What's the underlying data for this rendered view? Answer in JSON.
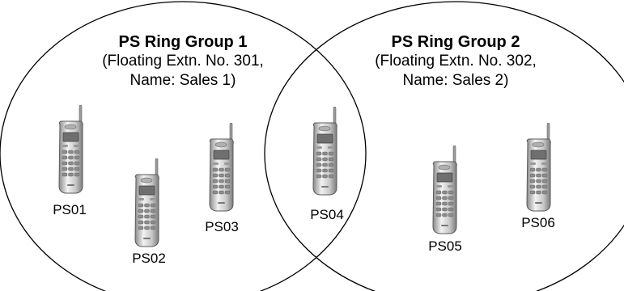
{
  "groups": [
    {
      "title": "PS Ring Group 1",
      "detail_line1": "(Floating Extn. No. 301,",
      "detail_line2": "Name: Sales 1)"
    },
    {
      "title": "PS Ring Group 2",
      "detail_line1": "(Floating Extn. No. 302,",
      "detail_line2": "Name: Sales 2)"
    }
  ],
  "phones": [
    {
      "label": "PS01"
    },
    {
      "label": "PS02"
    },
    {
      "label": "PS03"
    },
    {
      "label": "PS04"
    },
    {
      "label": "PS05"
    },
    {
      "label": "PS06"
    }
  ]
}
